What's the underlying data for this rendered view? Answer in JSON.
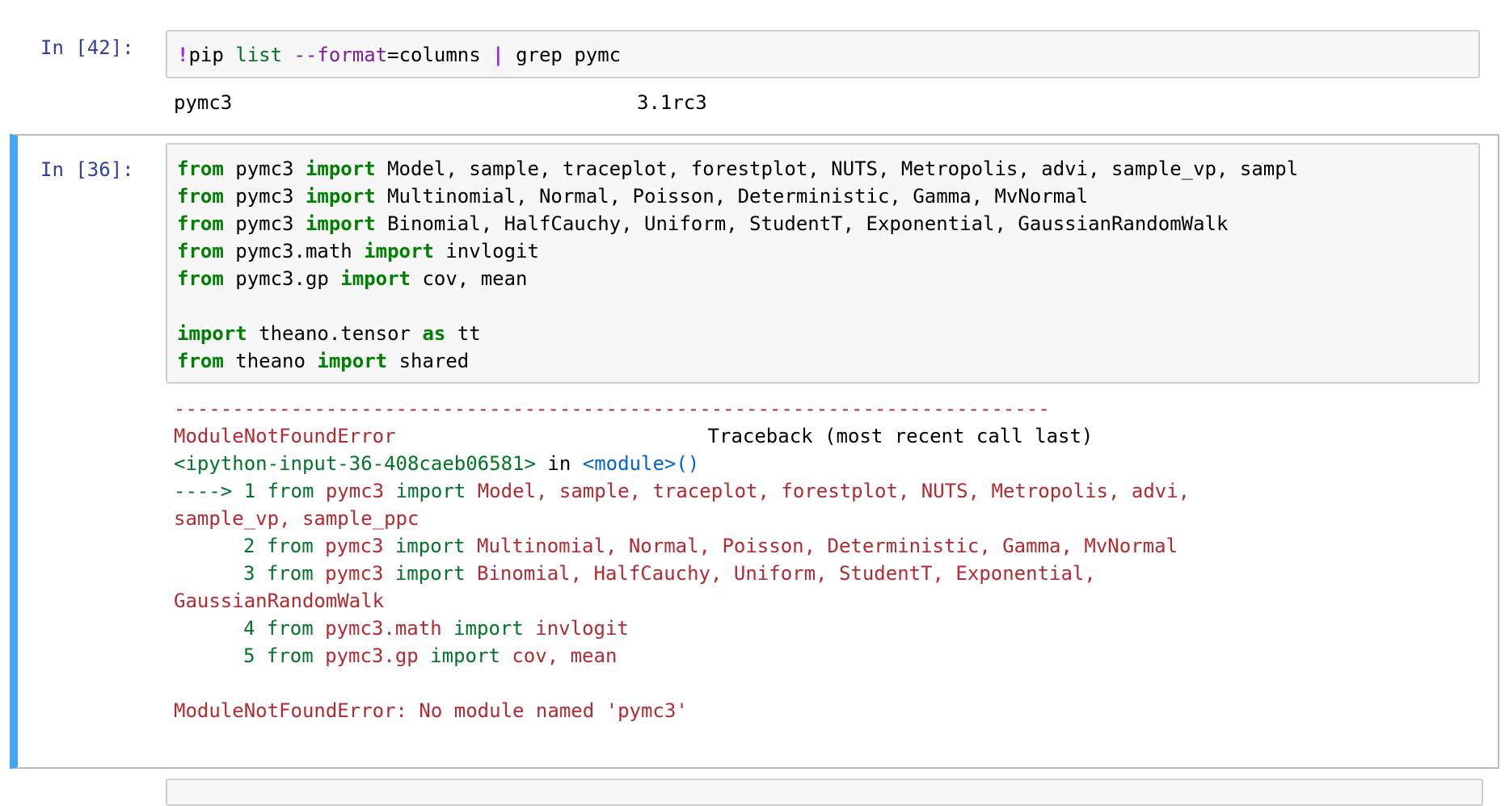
{
  "cells": [
    {
      "prompt": "In [42]:",
      "code_parts": {
        "bang": "!",
        "cmd": "pip",
        "list": "list",
        "opt": "--format",
        "eq": "=",
        "val": "columns",
        "pipe": "|",
        "grep": "grep pymc"
      },
      "output": {
        "package": "pymc3",
        "version": "3.1rc3"
      }
    },
    {
      "prompt": "In [36]:",
      "code_lines": [
        {
          "kw1": "from",
          "mod": "pymc3",
          "kw2": "import",
          "rest": "Model, sample, traceplot, forestplot, NUTS, Metropolis, advi, sample_vp, sampl"
        },
        {
          "kw1": "from",
          "mod": "pymc3",
          "kw2": "import",
          "rest": "Multinomial, Normal, Poisson, Deterministic, Gamma, MvNormal"
        },
        {
          "kw1": "from",
          "mod": "pymc3",
          "kw2": "import",
          "rest": "Binomial, HalfCauchy, Uniform, StudentT, Exponential, GaussianRandomWalk"
        },
        {
          "kw1": "from",
          "mod": "pymc3.math",
          "kw2": "import",
          "rest": "invlogit"
        },
        {
          "kw1": "from",
          "mod": "pymc3.gp",
          "kw2": "import",
          "rest": "cov, mean"
        },
        {
          "kw1": "import",
          "mod": "theano.tensor",
          "kw2": "as",
          "rest": "tt"
        },
        {
          "kw1": "from",
          "mod": "theano",
          "kw2": "import",
          "rest": "shared"
        }
      ],
      "traceback": {
        "dashes": "---------------------------------------------------------------------------",
        "error_name": "ModuleNotFoundError",
        "traceback_header": "Traceback (most recent call last)",
        "input_ref": "<ipython-input-36-408caeb06581>",
        "in_word": "in",
        "module_ref": "<module>",
        "paren": "()",
        "arrow": "---->",
        "lines": [
          {
            "num": "1",
            "text_from": "from",
            "text_mod": "pymc3",
            "text_import": "import",
            "text_rest": "Model, sample, traceplot, forestplot, NUTS, Metropolis, advi,"
          },
          {
            "num": "",
            "text_cont": "sample_vp, sample_ppc"
          },
          {
            "num": "2",
            "text_from": "from",
            "text_mod": "pymc3",
            "text_import": "import",
            "text_rest": "Multinomial, Normal, Poisson, Deterministic, Gamma, MvNormal"
          },
          {
            "num": "3",
            "text_from": "from",
            "text_mod": "pymc3",
            "text_import": "import",
            "text_rest": "Binomial, HalfCauchy, Uniform, StudentT, Exponential,"
          },
          {
            "num": "",
            "text_cont": "GaussianRandomWalk"
          },
          {
            "num": "4",
            "text_from": "from",
            "text_mod": "pymc3.math",
            "text_import": "import",
            "text_rest": "invlogit"
          },
          {
            "num": "5",
            "text_from": "from",
            "text_mod": "pymc3.gp",
            "text_import": "import",
            "text_rest": "cov, mean"
          }
        ],
        "final_error": "ModuleNotFoundError: No module named 'pymc3'"
      }
    }
  ],
  "colors": {
    "prompt": "#303f9f",
    "keyword": "#008000",
    "selected_border": "#42a5f5",
    "error_red": "#b22b31",
    "traceback_green": "#007427"
  }
}
